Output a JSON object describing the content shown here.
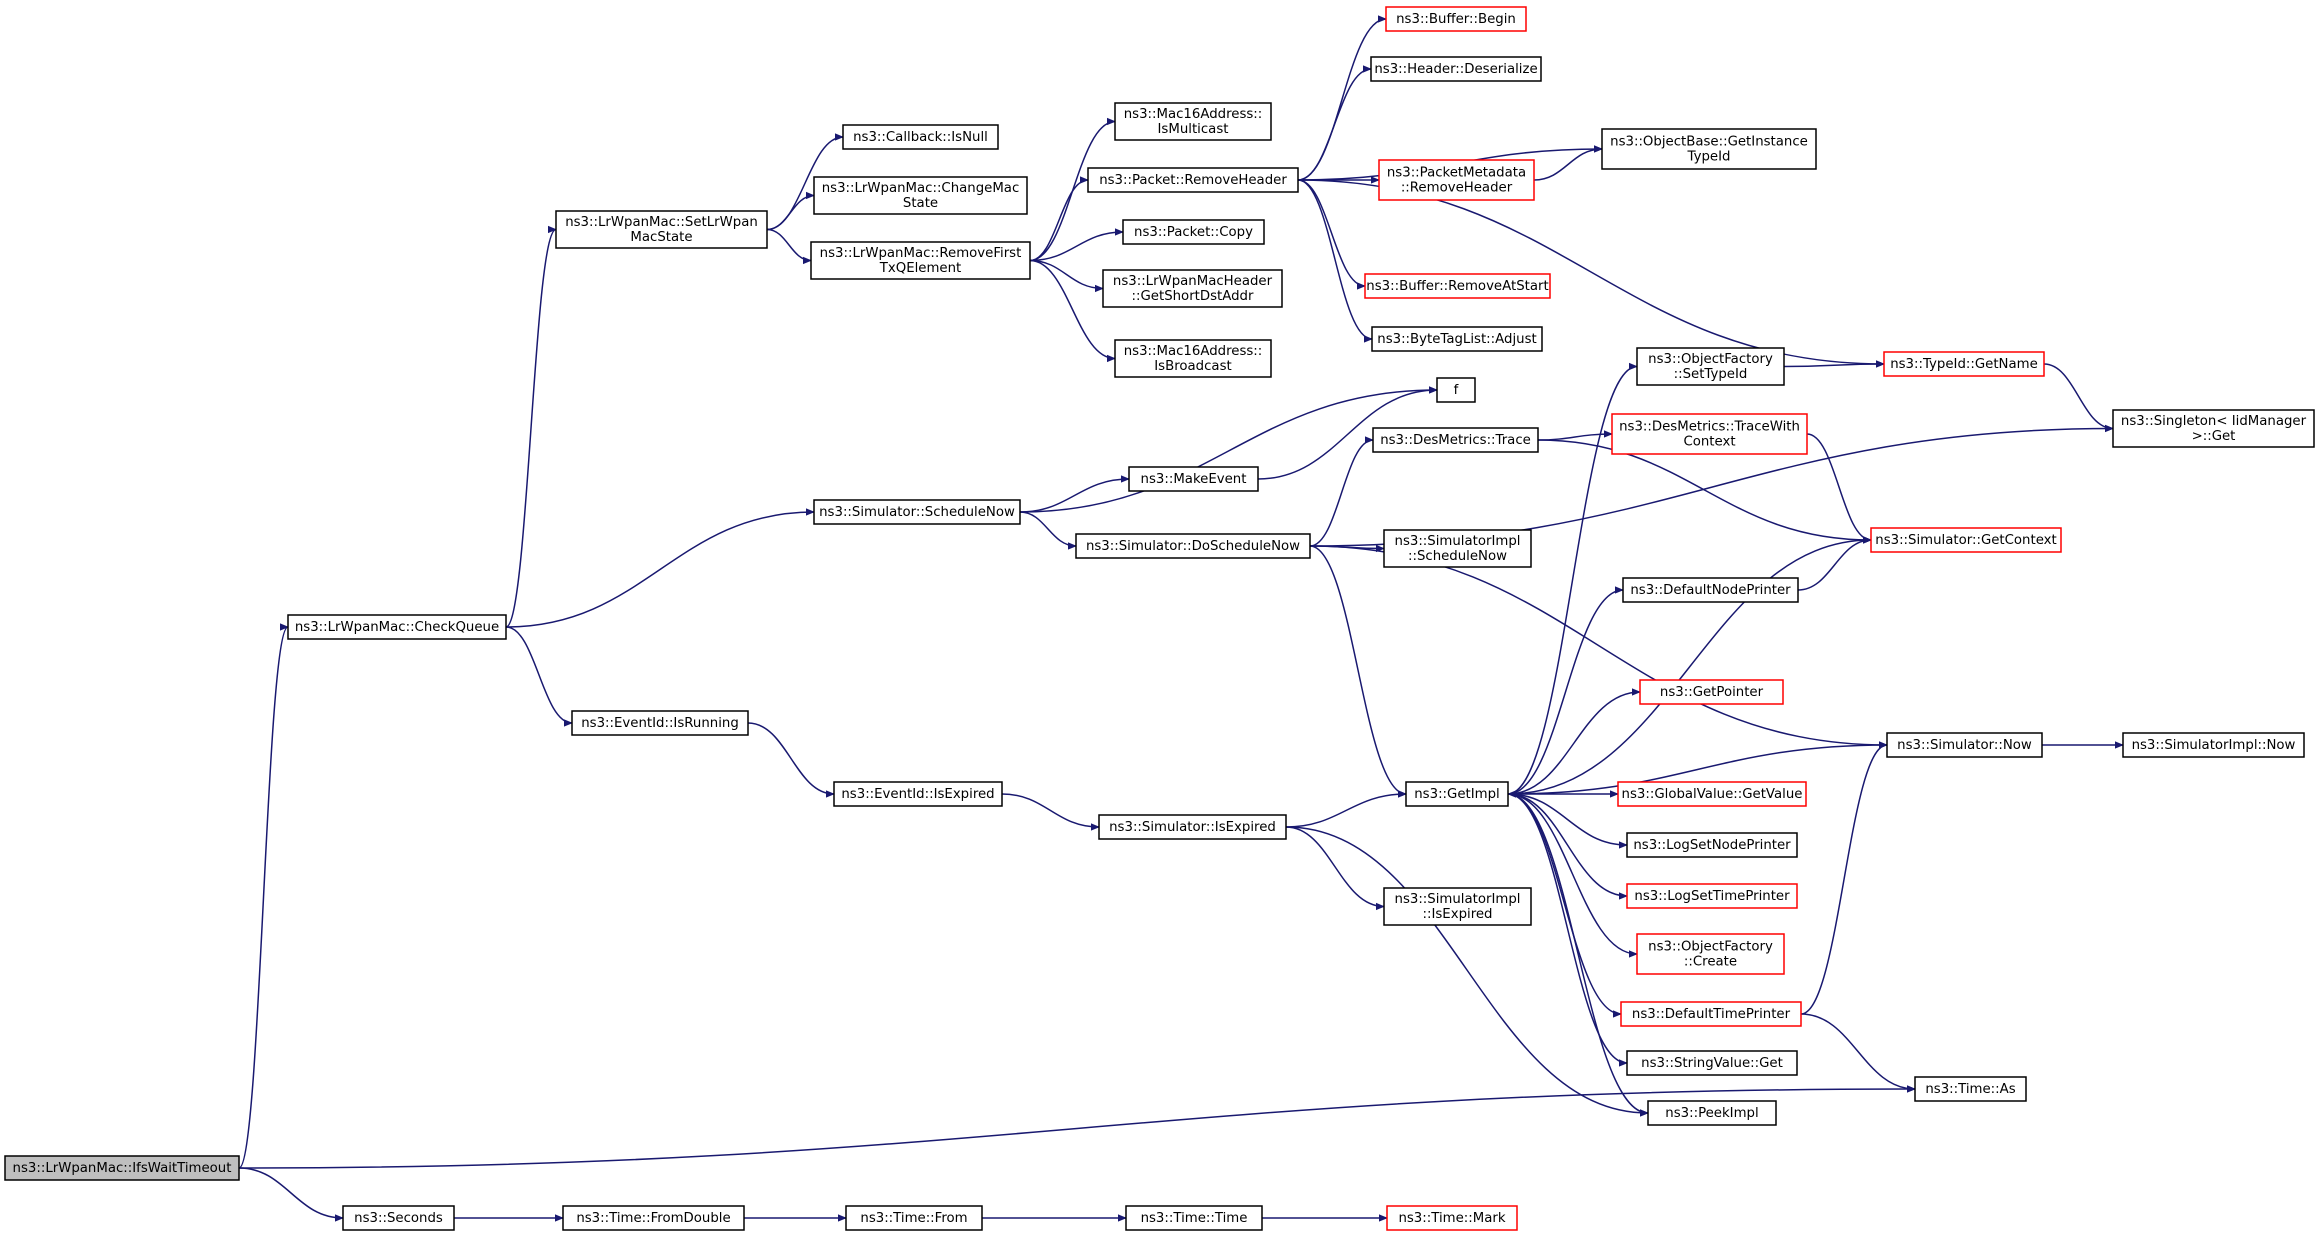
{
  "graph": {
    "nodes": [
      {
        "id": "ifs",
        "lines": [
          "ns3::LrWpanMac::IfsWaitTimeout"
        ],
        "root": true
      },
      {
        "id": "checkqueue",
        "lines": [
          "ns3::LrWpanMac::CheckQueue"
        ]
      },
      {
        "id": "seconds",
        "lines": [
          "ns3::Seconds"
        ]
      },
      {
        "id": "setlrwpan",
        "lines": [
          "ns3::LrWpanMac::SetLrWpan",
          "MacState"
        ]
      },
      {
        "id": "schedulenow",
        "lines": [
          "ns3::Simulator::ScheduleNow"
        ]
      },
      {
        "id": "eventisrunning",
        "lines": [
          "ns3::EventId::IsRunning"
        ]
      },
      {
        "id": "callbackisnull",
        "lines": [
          "ns3::Callback::IsNull"
        ]
      },
      {
        "id": "changemac",
        "lines": [
          "ns3::LrWpanMac::ChangeMac",
          "State"
        ]
      },
      {
        "id": "removefirst",
        "lines": [
          "ns3::LrWpanMac::RemoveFirst",
          "TxQElement"
        ]
      },
      {
        "id": "makeevent",
        "lines": [
          "ns3::MakeEvent"
        ]
      },
      {
        "id": "doschedulenow",
        "lines": [
          "ns3::Simulator::DoScheduleNow"
        ]
      },
      {
        "id": "f",
        "lines": [
          "f"
        ]
      },
      {
        "id": "eventisexpired",
        "lines": [
          "ns3::EventId::IsExpired"
        ]
      },
      {
        "id": "simisexpired",
        "lines": [
          "ns3::Simulator::IsExpired"
        ]
      },
      {
        "id": "fromdouble",
        "lines": [
          "ns3::Time::FromDouble"
        ]
      },
      {
        "id": "timefrom",
        "lines": [
          "ns3::Time::From"
        ]
      },
      {
        "id": "timetime",
        "lines": [
          "ns3::Time::Time"
        ]
      },
      {
        "id": "timemark",
        "lines": [
          "ns3::Time::Mark"
        ],
        "red": true
      },
      {
        "id": "mac16multicast",
        "lines": [
          "ns3::Mac16Address::",
          "IsMulticast"
        ]
      },
      {
        "id": "packetremoveheader",
        "lines": [
          "ns3::Packet::RemoveHeader"
        ]
      },
      {
        "id": "packetcopy",
        "lines": [
          "ns3::Packet::Copy"
        ]
      },
      {
        "id": "getshortdst",
        "lines": [
          "ns3::LrWpanMacHeader",
          "::GetShortDstAddr"
        ]
      },
      {
        "id": "mac16broadcast",
        "lines": [
          "ns3::Mac16Address::",
          "IsBroadcast"
        ]
      },
      {
        "id": "bufferbegin",
        "lines": [
          "ns3::Buffer::Begin"
        ],
        "red": true
      },
      {
        "id": "headerdeserialize",
        "lines": [
          "ns3::Header::Deserialize"
        ]
      },
      {
        "id": "pmremoveheader",
        "lines": [
          "ns3::PacketMetadata",
          "::RemoveHeader"
        ],
        "red": true
      },
      {
        "id": "bufferremoveatstart",
        "lines": [
          "ns3::Buffer::RemoveAtStart"
        ],
        "red": true
      },
      {
        "id": "bytetagadjust",
        "lines": [
          "ns3::ByteTagList::Adjust"
        ]
      },
      {
        "id": "desmetricstrace",
        "lines": [
          "ns3::DesMetrics::Trace"
        ]
      },
      {
        "id": "simimplschedulenow",
        "lines": [
          "ns3::SimulatorImpl",
          "::ScheduleNow"
        ]
      },
      {
        "id": "getimpl",
        "lines": [
          "ns3::GetImpl"
        ]
      },
      {
        "id": "simulatornow",
        "lines": [
          "ns3::Simulator::Now"
        ]
      },
      {
        "id": "simimplisexpired",
        "lines": [
          "ns3::SimulatorImpl",
          "::IsExpired"
        ]
      },
      {
        "id": "objectbasegetinstance",
        "lines": [
          "ns3::ObjectBase::GetInstance",
          "TypeId"
        ]
      },
      {
        "id": "objectfactorysettypeid",
        "lines": [
          "ns3::ObjectFactory",
          "::SetTypeId"
        ]
      },
      {
        "id": "tracewithcontext",
        "lines": [
          "ns3::DesMetrics::TraceWith",
          "Context"
        ],
        "red": true
      },
      {
        "id": "typeidgetname",
        "lines": [
          "ns3::TypeId::GetName"
        ],
        "red": true
      },
      {
        "id": "singletonget",
        "lines": [
          "ns3::Singleton< IidManager",
          ">::Get"
        ]
      },
      {
        "id": "simgetcontext",
        "lines": [
          "ns3::Simulator::GetContext"
        ],
        "red": true
      },
      {
        "id": "defaultnodeprinter",
        "lines": [
          "ns3::DefaultNodePrinter"
        ]
      },
      {
        "id": "getpointer",
        "lines": [
          "ns3::GetPointer"
        ],
        "red": true
      },
      {
        "id": "globalvaluegetvalue",
        "lines": [
          "ns3::GlobalValue::GetValue"
        ],
        "red": true
      },
      {
        "id": "logsetnodeprinter",
        "lines": [
          "ns3::LogSetNodePrinter"
        ]
      },
      {
        "id": "logsettimeprinter",
        "lines": [
          "ns3::LogSetTimePrinter"
        ],
        "red": true
      },
      {
        "id": "objectfactorycreate",
        "lines": [
          "ns3::ObjectFactory",
          "::Create"
        ],
        "red": true
      },
      {
        "id": "defaulttimeprinter",
        "lines": [
          "ns3::DefaultTimePrinter"
        ],
        "red": true
      },
      {
        "id": "stringvalueget",
        "lines": [
          "ns3::StringValue::Get"
        ]
      },
      {
        "id": "peekimpl",
        "lines": [
          "ns3::PeekImpl"
        ]
      },
      {
        "id": "simimplnow",
        "lines": [
          "ns3::SimulatorImpl::Now"
        ]
      },
      {
        "id": "timeas",
        "lines": [
          "ns3::Time::As"
        ]
      }
    ],
    "edges": [
      [
        "ifs",
        "checkqueue"
      ],
      [
        "ifs",
        "timeas"
      ],
      [
        "ifs",
        "seconds"
      ],
      [
        "checkqueue",
        "setlrwpan"
      ],
      [
        "checkqueue",
        "schedulenow"
      ],
      [
        "checkqueue",
        "eventisrunning"
      ],
      [
        "setlrwpan",
        "callbackisnull"
      ],
      [
        "setlrwpan",
        "changemac"
      ],
      [
        "setlrwpan",
        "removefirst"
      ],
      [
        "removefirst",
        "mac16multicast"
      ],
      [
        "removefirst",
        "packetremoveheader"
      ],
      [
        "removefirst",
        "packetcopy"
      ],
      [
        "removefirst",
        "getshortdst"
      ],
      [
        "removefirst",
        "mac16broadcast"
      ],
      [
        "packetremoveheader",
        "bufferbegin"
      ],
      [
        "packetremoveheader",
        "headerdeserialize"
      ],
      [
        "packetremoveheader",
        "objectbasegetinstance"
      ],
      [
        "packetremoveheader",
        "pmremoveheader"
      ],
      [
        "packetremoveheader",
        "bufferremoveatstart"
      ],
      [
        "packetremoveheader",
        "bytetagadjust"
      ],
      [
        "packetremoveheader",
        "typeidgetname"
      ],
      [
        "pmremoveheader",
        "objectbasegetinstance"
      ],
      [
        "schedulenow",
        "f"
      ],
      [
        "schedulenow",
        "makeevent"
      ],
      [
        "schedulenow",
        "doschedulenow"
      ],
      [
        "makeevent",
        "f"
      ],
      [
        "doschedulenow",
        "desmetricstrace"
      ],
      [
        "doschedulenow",
        "singletonget"
      ],
      [
        "doschedulenow",
        "simimplschedulenow"
      ],
      [
        "doschedulenow",
        "getimpl"
      ],
      [
        "doschedulenow",
        "simulatornow"
      ],
      [
        "desmetricstrace",
        "simgetcontext"
      ],
      [
        "desmetricstrace",
        "tracewithcontext"
      ],
      [
        "tracewithcontext",
        "simgetcontext"
      ],
      [
        "objectfactorysettypeid",
        "typeidgetname"
      ],
      [
        "typeidgetname",
        "singletonget"
      ],
      [
        "defaultnodeprinter",
        "simgetcontext"
      ],
      [
        "eventisrunning",
        "eventisexpired"
      ],
      [
        "eventisexpired",
        "simisexpired"
      ],
      [
        "simisexpired",
        "getimpl"
      ],
      [
        "simisexpired",
        "simimplisexpired"
      ],
      [
        "simisexpired",
        "peekimpl"
      ],
      [
        "getimpl",
        "objectfactorysettypeid"
      ],
      [
        "getimpl",
        "simgetcontext"
      ],
      [
        "getimpl",
        "defaultnodeprinter"
      ],
      [
        "getimpl",
        "getpointer"
      ],
      [
        "getimpl",
        "globalvaluegetvalue"
      ],
      [
        "getimpl",
        "logsetnodeprinter"
      ],
      [
        "getimpl",
        "logsettimeprinter"
      ],
      [
        "getimpl",
        "objectfactorycreate"
      ],
      [
        "getimpl",
        "defaulttimeprinter"
      ],
      [
        "getimpl",
        "stringvalueget"
      ],
      [
        "getimpl",
        "peekimpl"
      ],
      [
        "simulatornow",
        "getimpl"
      ],
      [
        "simulatornow",
        "simimplnow"
      ],
      [
        "defaulttimeprinter",
        "simulatornow"
      ],
      [
        "defaulttimeprinter",
        "timeas"
      ],
      [
        "seconds",
        "fromdouble"
      ],
      [
        "fromdouble",
        "timefrom"
      ],
      [
        "timefrom",
        "timetime"
      ],
      [
        "timetime",
        "timemark"
      ]
    ]
  }
}
